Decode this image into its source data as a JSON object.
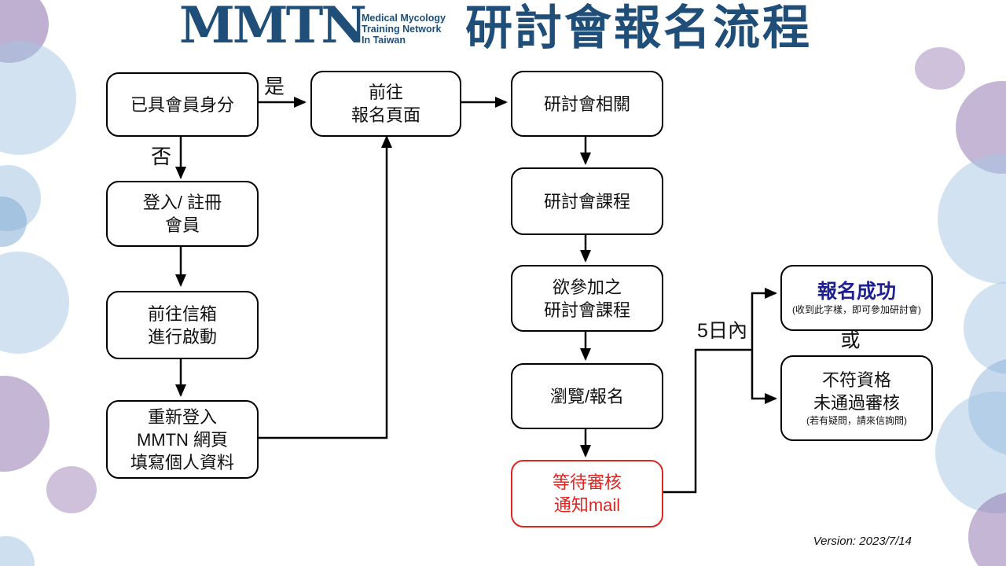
{
  "header": {
    "logo_text": "MMTN",
    "logo_tagline": [
      "Medical Mycology",
      "Training Network",
      "In Taiwan"
    ],
    "title": "研討會報名流程"
  },
  "colors": {
    "brand_blue": "#1f4e79",
    "success_navy": "#1f1f8f",
    "alert_red": "#e02420",
    "connector_black": "#000000",
    "decor_blue_light": "#cfe0ef",
    "decor_blue_dark": "#a9c7e2",
    "decor_purple": "#b9a8cc"
  },
  "nodes": {
    "has_membership": {
      "lines": [
        "已具會員身分"
      ]
    },
    "login_register": {
      "lines": [
        "登入/ 註冊",
        "會員"
      ]
    },
    "goto_mailbox": {
      "lines": [
        "前往信箱",
        "進行啟動"
      ]
    },
    "relogin_fill": {
      "lines": [
        "重新登入",
        "MMTN 網頁",
        "填寫個人資料"
      ]
    },
    "goto_registration": {
      "lines": [
        "前往",
        "報名頁面"
      ]
    },
    "seminar_related": {
      "lines": [
        "研討會相關"
      ]
    },
    "seminar_course": {
      "lines": [
        "研討會課程"
      ]
    },
    "desired_course": {
      "lines": [
        "欲參加之",
        "研討會課程"
      ]
    },
    "browse_register": {
      "lines": [
        "瀏覽/報名"
      ]
    },
    "wait_review_mail": {
      "lines": [
        "等待審核",
        "通知mail"
      ]
    },
    "register_success": {
      "title": "報名成功",
      "note": "(收到此字樣，即可參加研討會)"
    },
    "not_qualified": {
      "lines": [
        "不符資格",
        "未通過審核"
      ],
      "note": "(若有疑問，請來信詢問)"
    }
  },
  "edge_labels": {
    "yes": "是",
    "no": "否",
    "within_5_days": "5日內",
    "or": "或"
  },
  "footer": {
    "version": "Version: 2023/7/14"
  }
}
